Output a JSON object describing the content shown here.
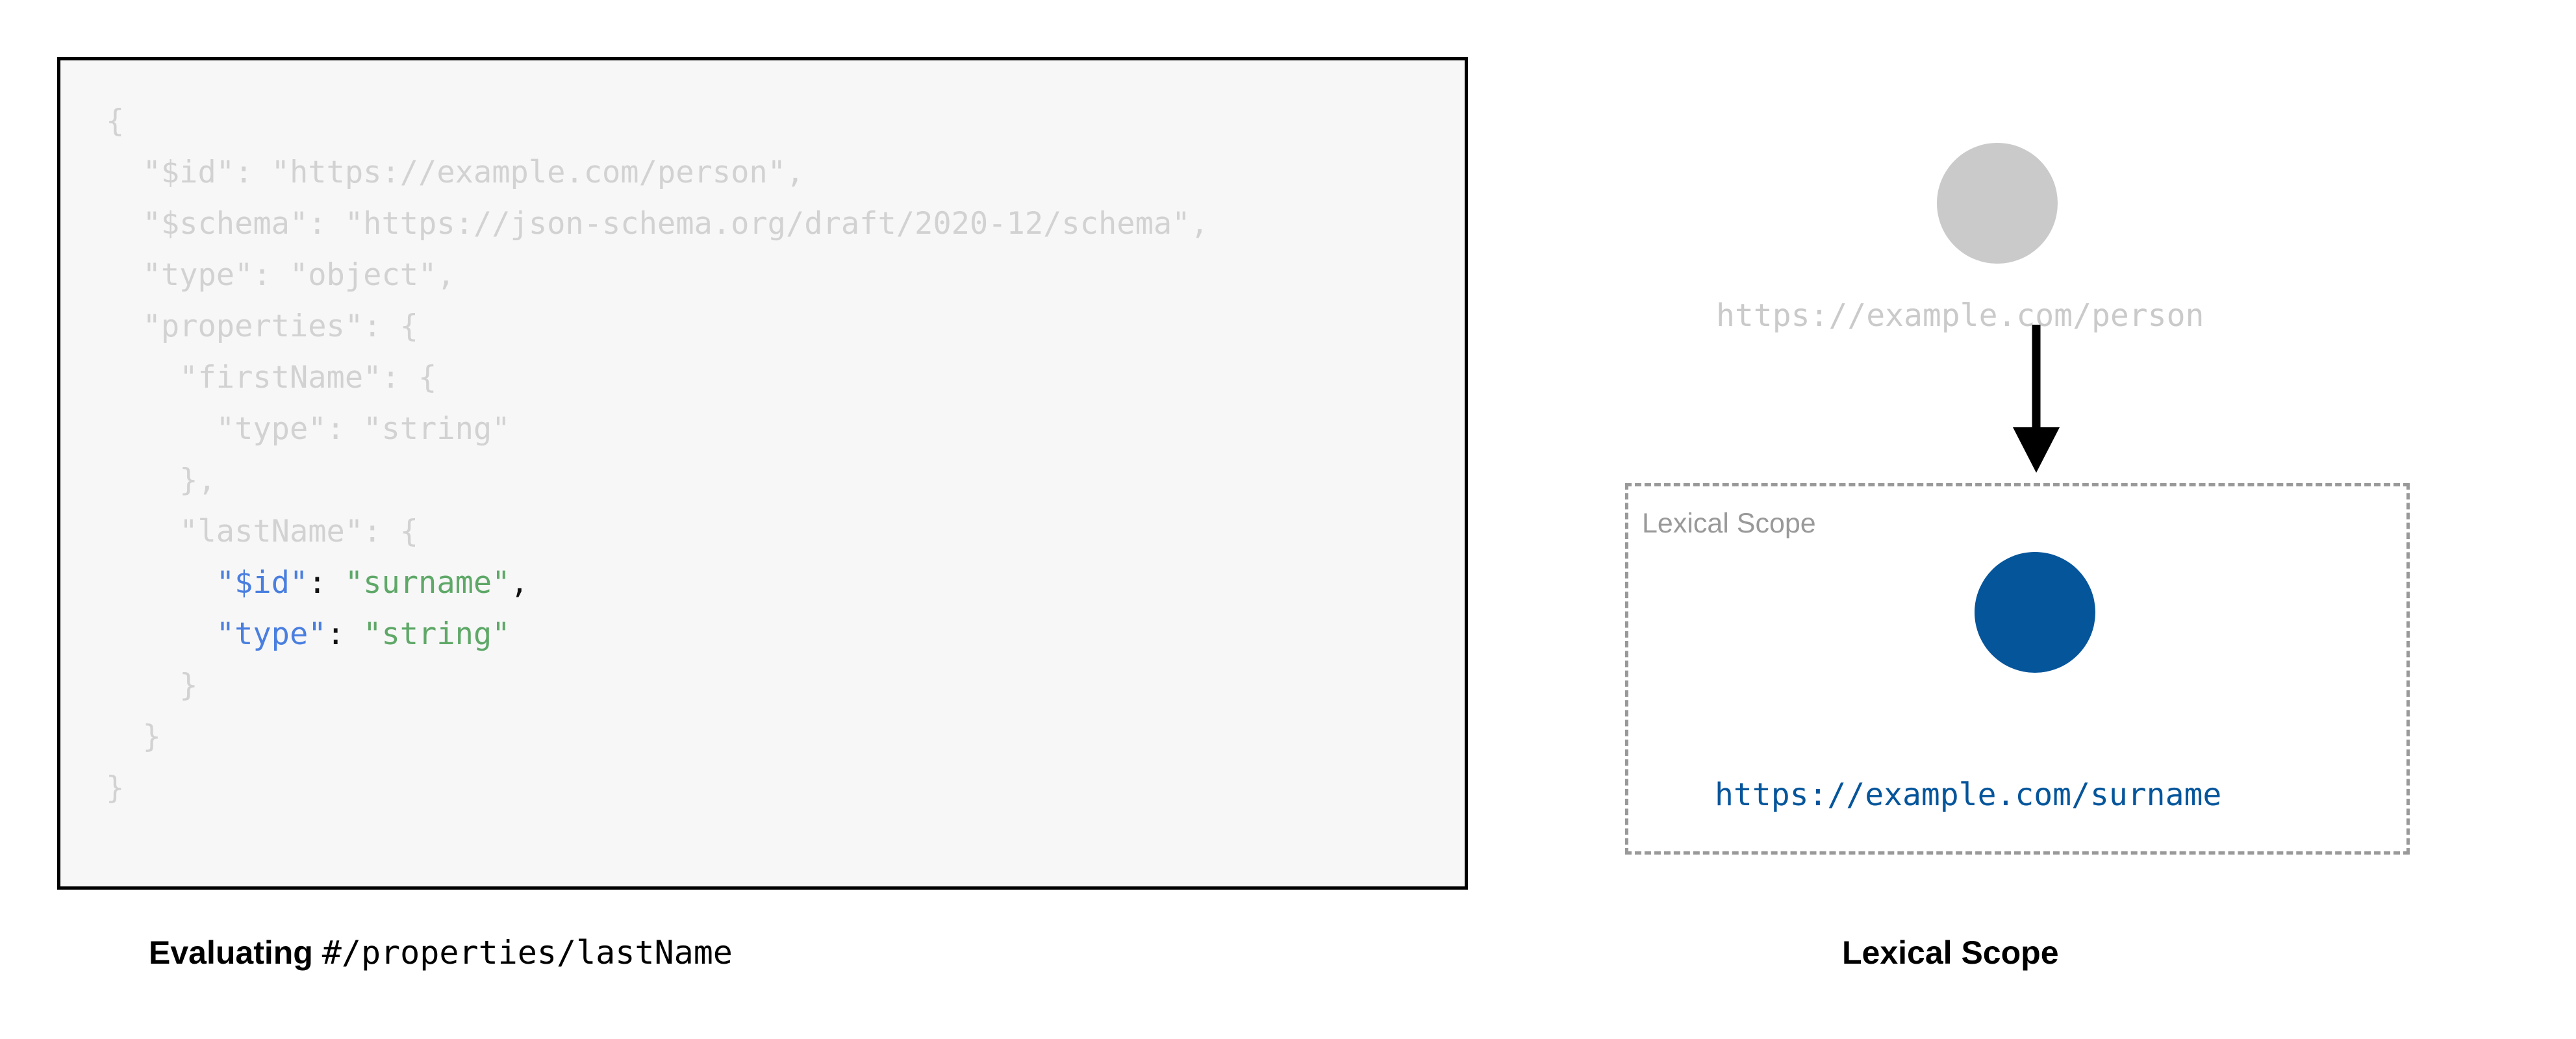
{
  "code_panel": {
    "background": "#f7f7f7",
    "border_color": "#000000",
    "dim_color": "#d2d2d2",
    "key_color": "#4a7fe0",
    "string_color": "#5fa868",
    "punct_color": "#111111",
    "lines": [
      {
        "indent": 0,
        "tokens": [
          {
            "text": "{",
            "style": "dim"
          }
        ]
      },
      {
        "indent": 1,
        "tokens": [
          {
            "text": "\"$id\": \"https://example.com/person\",",
            "style": "dim"
          }
        ]
      },
      {
        "indent": 1,
        "tokens": [
          {
            "text": "\"$schema\": \"https://json-schema.org/draft/2020-12/schema\",",
            "style": "dim"
          }
        ]
      },
      {
        "indent": 1,
        "tokens": [
          {
            "text": "\"type\": \"object\",",
            "style": "dim"
          }
        ]
      },
      {
        "indent": 1,
        "tokens": [
          {
            "text": "\"properties\": {",
            "style": "dim"
          }
        ]
      },
      {
        "indent": 2,
        "tokens": [
          {
            "text": "\"firstName\": {",
            "style": "dim"
          }
        ]
      },
      {
        "indent": 3,
        "tokens": [
          {
            "text": "\"type\": \"string\"",
            "style": "dim"
          }
        ]
      },
      {
        "indent": 2,
        "tokens": [
          {
            "text": "},",
            "style": "dim"
          }
        ]
      },
      {
        "indent": 2,
        "tokens": [
          {
            "text": "\"lastName\": {",
            "style": "dim"
          }
        ]
      },
      {
        "indent": 3,
        "tokens": [
          {
            "text": "\"$id\"",
            "style": "key"
          },
          {
            "text": ": ",
            "style": "punct"
          },
          {
            "text": "\"surname\"",
            "style": "str"
          },
          {
            "text": ",",
            "style": "punct"
          }
        ]
      },
      {
        "indent": 3,
        "tokens": [
          {
            "text": "\"type\"",
            "style": "key"
          },
          {
            "text": ": ",
            "style": "punct"
          },
          {
            "text": "\"string\"",
            "style": "str"
          }
        ]
      },
      {
        "indent": 2,
        "tokens": [
          {
            "text": "}",
            "style": "dim"
          }
        ]
      },
      {
        "indent": 1,
        "tokens": [
          {
            "text": "}",
            "style": "dim"
          }
        ]
      },
      {
        "indent": 0,
        "tokens": [
          {
            "text": "}",
            "style": "dim"
          }
        ]
      }
    ]
  },
  "caption_left": {
    "bold_text": "Evaluating",
    "mono_text": "#/properties/lastName"
  },
  "caption_right": {
    "bold_text": "Lexical Scope"
  },
  "diagram": {
    "outer_node": {
      "label": "https://example.com/person",
      "circle_color": "#cacaca",
      "label_color": "#cacaca"
    },
    "arrow": {
      "name": "downward-arrow",
      "color": "#000000"
    },
    "lexical_scope": {
      "label": "Lexical Scope",
      "border_color": "#999999",
      "label_color": "#999999",
      "inner_node": {
        "label": "https://example.com/surname",
        "circle_color": "#05559b",
        "label_color": "#05559b"
      }
    }
  }
}
